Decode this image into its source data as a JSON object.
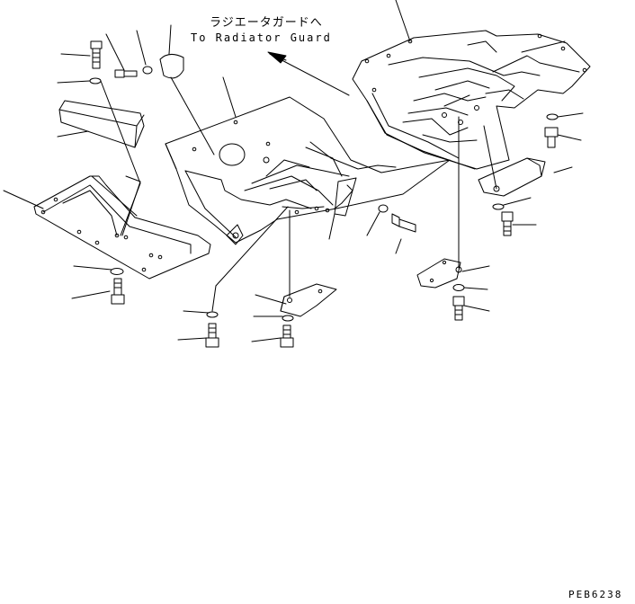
{
  "annotation": {
    "japanese": "ラジエータガードへ",
    "english": "To Radiator Guard"
  },
  "part_code": "PEB6238"
}
